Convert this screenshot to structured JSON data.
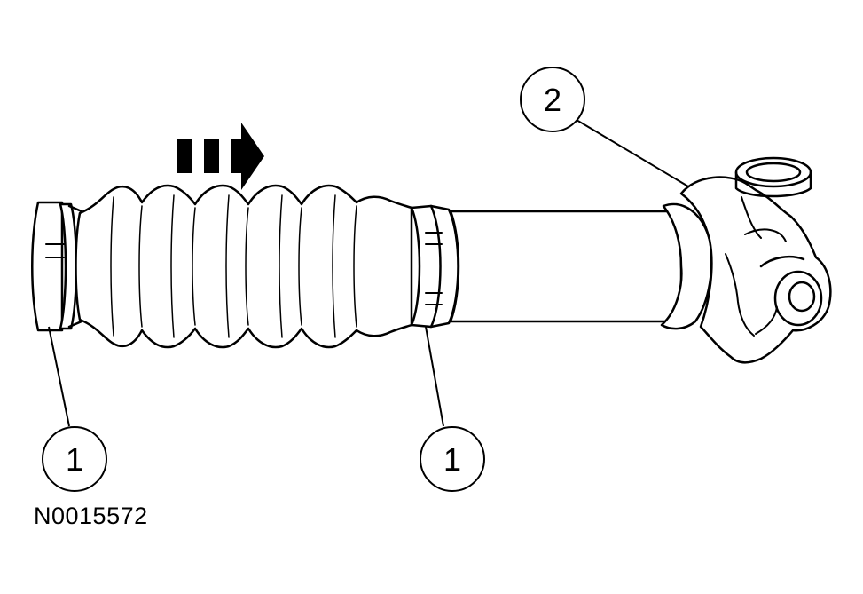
{
  "callouts": [
    {
      "id": "callout-left",
      "label": "1"
    },
    {
      "id": "callout-middle",
      "label": "1"
    },
    {
      "id": "callout-right",
      "label": "2"
    }
  ],
  "figure_id": "N0015572",
  "colors": {
    "ink": "#000000",
    "paper": "#ffffff",
    "part_fill": "#ffffff"
  },
  "icons": {
    "direction_arrow": "triple-dash-right-arrow-icon"
  }
}
